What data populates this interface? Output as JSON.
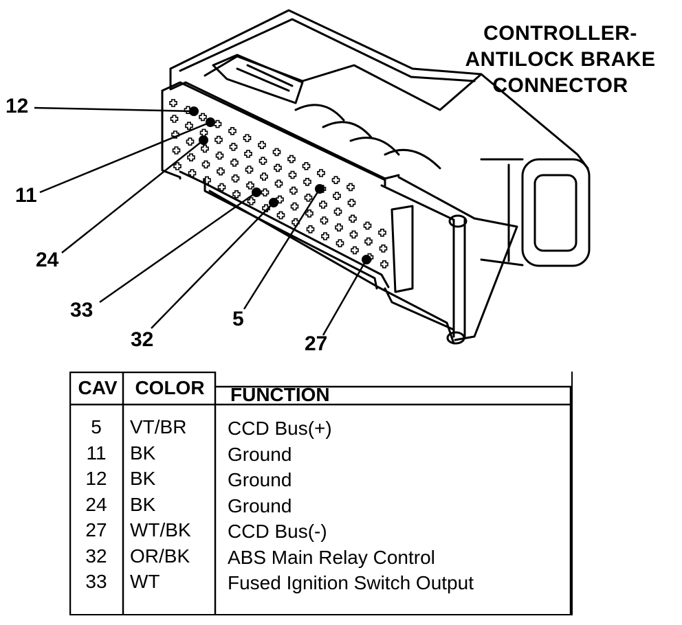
{
  "title_lines": [
    "CONTROLLER-",
    "ANTILOCK BRAKE",
    "CONNECTOR"
  ],
  "callouts": [
    {
      "label": "12"
    },
    {
      "label": "11"
    },
    {
      "label": "24"
    },
    {
      "label": "33"
    },
    {
      "label": "32"
    },
    {
      "label": "5"
    },
    {
      "label": "27"
    }
  ],
  "table": {
    "headers": {
      "cav": "CAV",
      "color": "COLOR",
      "function": "FUNCTION"
    },
    "rows": [
      {
        "cav": "5",
        "color": "VT/BR",
        "function": "CCD Bus(+)"
      },
      {
        "cav": "11",
        "color": "BK",
        "function": "Ground"
      },
      {
        "cav": "12",
        "color": "BK",
        "function": "Ground"
      },
      {
        "cav": "24",
        "color": "BK",
        "function": "Ground"
      },
      {
        "cav": "27",
        "color": "WT/BK",
        "function": "CCD Bus(-)"
      },
      {
        "cav": "32",
        "color": "OR/BK",
        "function": "ABS Main Relay Control"
      },
      {
        "cav": "33",
        "color": "WT",
        "function": "Fused Ignition Switch Output"
      }
    ]
  },
  "colors": {
    "ink": "#000000",
    "paper": "#ffffff"
  }
}
